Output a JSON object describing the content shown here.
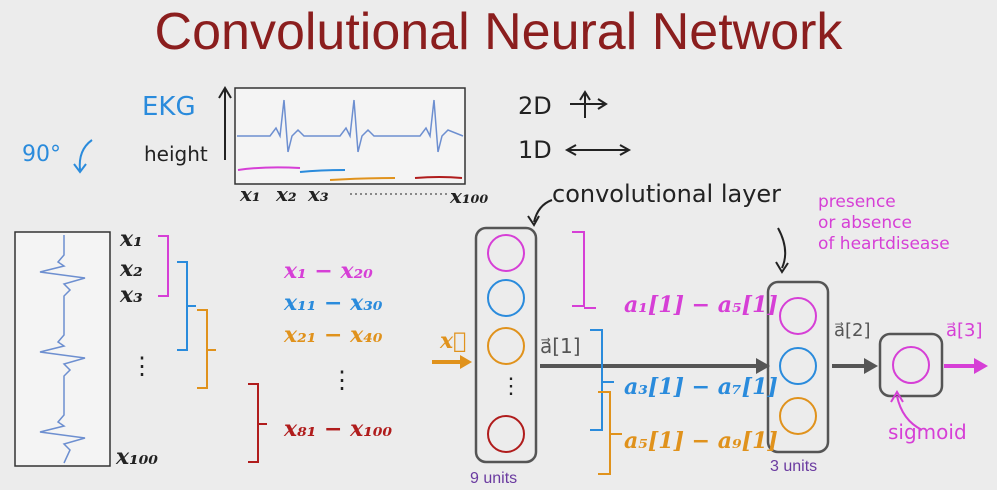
{
  "title": "Convolutional Neural Network",
  "ekg_label": "EKG",
  "height_label": "height",
  "rotation_label": "90°",
  "dim_2d": "2D",
  "dim_1d": "1D",
  "top_axis": {
    "x1": "x₁",
    "x2": "x₂",
    "x3": "x₃",
    "x100": "x₁₀₀"
  },
  "left_inputs": {
    "x1": "x₁",
    "x2": "x₂",
    "x3": "x₃",
    "dots": "⋮",
    "x100": "x₁₀₀"
  },
  "windows": [
    {
      "text": "x₁ − x₂₀",
      "color": "#d63fd6"
    },
    {
      "text": "x₁₁ − x₃₀",
      "color": "#2a8bdc"
    },
    {
      "text": "x₂₁ − x₄₀",
      "color": "#e0921c"
    },
    {
      "text": "⋮",
      "color": "#222222"
    },
    {
      "text": "x₈₁ − x₁₀₀",
      "color": "#b01c1c"
    }
  ],
  "input_vector": "x⃗",
  "conv_layer_label": "convolutional layer",
  "layer1_units": "9 units",
  "layer1_dots": "⋮",
  "a1_label": "a⃗[1]",
  "outputs": [
    {
      "text": "a₁[1] − a₅[1]",
      "color": "#d63fd6"
    },
    {
      "text": "a₃[1] − a₇[1]",
      "color": "#2a8bdc"
    },
    {
      "text": "a₅[1] − a₉[1]",
      "color": "#e0921c"
    }
  ],
  "layer2_units": "3 units",
  "a2_label": "a⃗[2]",
  "a3_label": "a⃗[3]",
  "presence_note": [
    "presence",
    "or absence",
    "of heartdisease"
  ],
  "sigmoid_label": "sigmoid",
  "colors": {
    "magenta": "#d63fd6",
    "blue": "#2a8bdc",
    "orange": "#e0921c",
    "red": "#b01c1c",
    "gray": "#555555",
    "title": "#8b1e1e"
  }
}
